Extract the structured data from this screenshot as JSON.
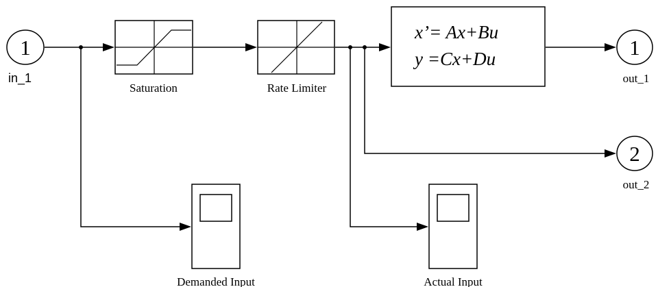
{
  "diagram": {
    "ports": {
      "in_1": {
        "number": "1",
        "label": "in_1"
      },
      "out_1": {
        "number": "1",
        "label": "out_1"
      },
      "out_2": {
        "number": "2",
        "label": "out_2"
      }
    },
    "blocks": {
      "saturation": {
        "label": "Saturation"
      },
      "rate_limiter": {
        "label": "Rate Limiter"
      },
      "state_space": {
        "equation_1": "x’= Ax+Bu",
        "equation_2": "y =Cx+Du"
      },
      "scope_demanded": {
        "label": "Demanded Input"
      },
      "scope_actual": {
        "label": "Actual Input"
      }
    }
  }
}
